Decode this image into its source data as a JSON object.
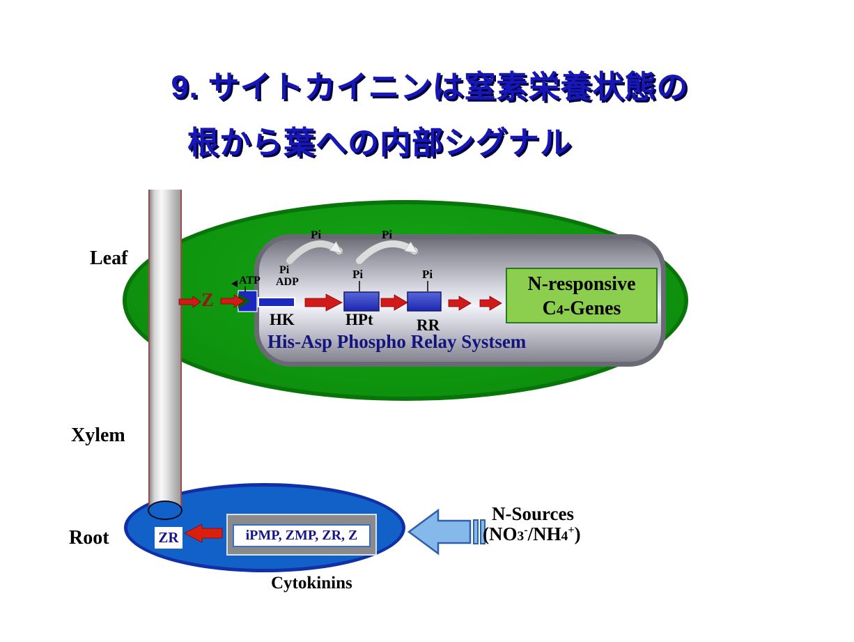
{
  "title": {
    "line1": "9. サイトカイニンは窒素栄養状態の",
    "line2": "根から葉への内部シグナル"
  },
  "plant_labels": {
    "leaf": "Leaf",
    "xylem": "Xylem",
    "root": "Root"
  },
  "leaf_pathway": {
    "zeatin": "Z",
    "atp": "ATP",
    "adp": "ADP",
    "pi": "Pi",
    "hk": "HK",
    "hpt": "HPt",
    "rr": "RR",
    "relay_title": "His-Asp Phospho Relay Systsem",
    "gene_box_line1": "N-responsive",
    "gene_box_c": "C",
    "gene_box_subscript": "4",
    "gene_box_rest": "-Genes"
  },
  "root_pathway": {
    "zr": "ZR",
    "cytokinin_pool": "iPMP, ZMP, ZR, Z",
    "cytokinins_label": "Cytokinins"
  },
  "n_sources": {
    "title": "N-Sources",
    "formula_prefix": "(NO",
    "formula_sub1": "3",
    "formula_sup1": "-",
    "formula_mid": "/NH",
    "formula_sub2": "4",
    "formula_sup2": "+",
    "formula_suffix": ")"
  },
  "colors": {
    "title_blue": "#1717B8",
    "leaf_green": "#0E930E",
    "root_blue": "#1261C9",
    "cylinder_gray": "#C4C4D0",
    "arrow_red": "#D11A1A",
    "n_source_arrow_blue": "#86B9EB",
    "gene_box_green": "#8CCE4D",
    "relay_text_navy": "#14147E",
    "protein_box_blue": "#2636C8"
  }
}
